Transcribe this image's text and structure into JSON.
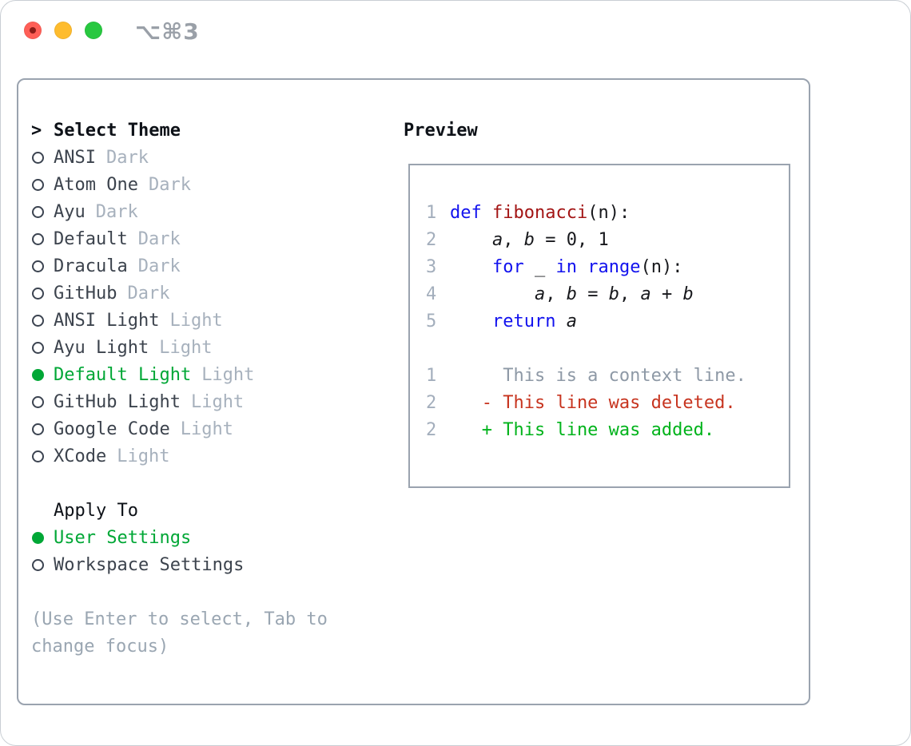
{
  "window": {
    "title": "⌥⌘3",
    "traffic_lights": [
      "close",
      "minimize",
      "zoom"
    ]
  },
  "colors": {
    "accent_green": "#00a736",
    "diff_added": "#00b31b",
    "diff_deleted": "#c7341f",
    "keyword_blue": "#1212ee",
    "function_red": "#a31515",
    "line_number": "#a3aebc",
    "context_gray": "#8e99a6",
    "name_fg": "#3c434d",
    "tag_fg": "#a7b1bd",
    "header_fg": "#0d1117",
    "hint_fg": "#9aa6b2",
    "panel_border": "#9aa3af",
    "title_gray": "#9aa0a8",
    "light_red": "#ff5f57",
    "light_yellow": "#febc2e",
    "light_green": "#28c840"
  },
  "theme_selector": {
    "prompt": ">",
    "title": "Select Theme",
    "items": [
      {
        "name": "ANSI",
        "tag": "Dark",
        "selected": false
      },
      {
        "name": "Atom One",
        "tag": "Dark",
        "selected": false
      },
      {
        "name": "Ayu",
        "tag": "Dark",
        "selected": false
      },
      {
        "name": "Default",
        "tag": "Dark",
        "selected": false
      },
      {
        "name": "Dracula",
        "tag": "Dark",
        "selected": false
      },
      {
        "name": "GitHub",
        "tag": "Dark",
        "selected": false
      },
      {
        "name": "ANSI Light",
        "tag": "Light",
        "selected": false
      },
      {
        "name": "Ayu Light",
        "tag": "Light",
        "selected": false
      },
      {
        "name": "Default Light",
        "tag": "Light",
        "selected": true
      },
      {
        "name": "GitHub Light",
        "tag": "Light",
        "selected": false
      },
      {
        "name": "Google Code",
        "tag": "Light",
        "selected": false
      },
      {
        "name": "XCode",
        "tag": "Light",
        "selected": false
      }
    ],
    "apply_to": {
      "title": "Apply To",
      "options": [
        {
          "name": "User Settings",
          "selected": true
        },
        {
          "name": "Workspace Settings",
          "selected": false
        }
      ]
    },
    "hint_line1": "(Use Enter to select, Tab to",
    "hint_line2": "change focus)"
  },
  "preview": {
    "title": "Preview",
    "code_lines": [
      {
        "num": "1",
        "segments": [
          {
            "t": "def",
            "c": "keyword"
          },
          {
            "t": " ",
            "c": "plain"
          },
          {
            "t": "fibonacci",
            "c": "function"
          },
          {
            "t": "(n):",
            "c": "plain"
          }
        ]
      },
      {
        "num": "2",
        "segments": [
          {
            "t": "    ",
            "c": "plain"
          },
          {
            "t": "a",
            "c": "var"
          },
          {
            "t": ", ",
            "c": "plain"
          },
          {
            "t": "b",
            "c": "var"
          },
          {
            "t": " = 0, 1",
            "c": "plain"
          }
        ]
      },
      {
        "num": "3",
        "segments": [
          {
            "t": "    ",
            "c": "plain"
          },
          {
            "t": "for",
            "c": "keyword"
          },
          {
            "t": " _ ",
            "c": "plain"
          },
          {
            "t": "in",
            "c": "keyword"
          },
          {
            "t": " ",
            "c": "plain"
          },
          {
            "t": "range",
            "c": "keyword"
          },
          {
            "t": "(n):",
            "c": "plain"
          }
        ]
      },
      {
        "num": "4",
        "segments": [
          {
            "t": "        ",
            "c": "plain"
          },
          {
            "t": "a",
            "c": "var"
          },
          {
            "t": ", ",
            "c": "plain"
          },
          {
            "t": "b",
            "c": "var"
          },
          {
            "t": " = ",
            "c": "plain"
          },
          {
            "t": "b",
            "c": "var"
          },
          {
            "t": ", ",
            "c": "plain"
          },
          {
            "t": "a",
            "c": "var"
          },
          {
            "t": " + ",
            "c": "plain"
          },
          {
            "t": "b",
            "c": "var"
          }
        ]
      },
      {
        "num": "5",
        "segments": [
          {
            "t": "    ",
            "c": "plain"
          },
          {
            "t": "return",
            "c": "keyword"
          },
          {
            "t": " ",
            "c": "plain"
          },
          {
            "t": "a",
            "c": "var"
          }
        ]
      },
      {
        "num": "",
        "segments": []
      },
      {
        "num": "1",
        "segments": [
          {
            "t": "     This is a context line.",
            "c": "context"
          }
        ]
      },
      {
        "num": "2",
        "segments": [
          {
            "t": "   - This line was deleted.",
            "c": "deleted"
          }
        ]
      },
      {
        "num": "2",
        "segments": [
          {
            "t": "   + This line was added.",
            "c": "added"
          }
        ]
      }
    ]
  }
}
